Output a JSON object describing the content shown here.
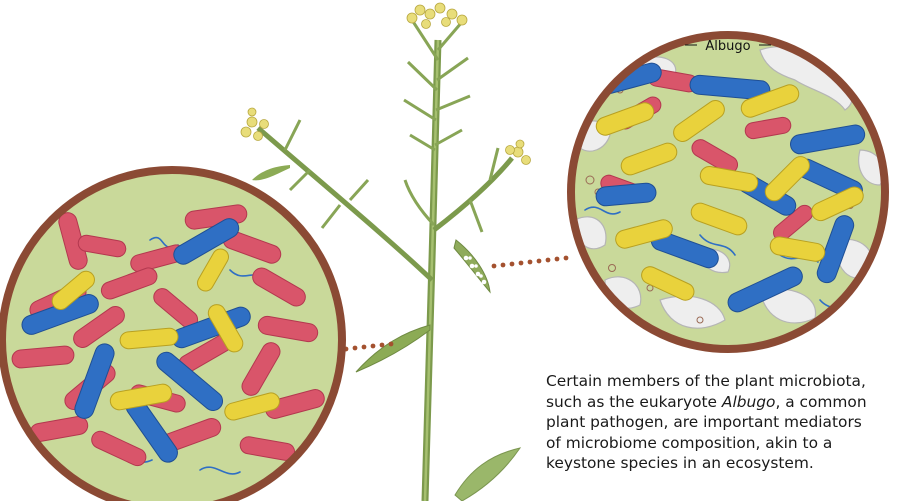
{
  "figure": {
    "labels": {
      "albugo": "Albugo"
    },
    "caption": {
      "line1": "Certain members of the plant microbiota,",
      "line2_before": "such as the eukaryote ",
      "line2_italic": "Albugo",
      "line2_after": ", a common",
      "line3": "plant pathogen, are important mediators",
      "line4": "of microbiome composition, akin to a",
      "line5": "keystone species in an ecosystem."
    },
    "colors": {
      "circle_border": "#8b4a34",
      "circle_fill": "#c9d99a",
      "bacteria_red": "#d9556a",
      "bacteria_blue": "#2f6fc4",
      "bacteria_yellow": "#e9d23c",
      "albugo_white": "#eeeeee",
      "plant_green": "#8aa55a",
      "connector_dots": "#a4512f"
    }
  }
}
